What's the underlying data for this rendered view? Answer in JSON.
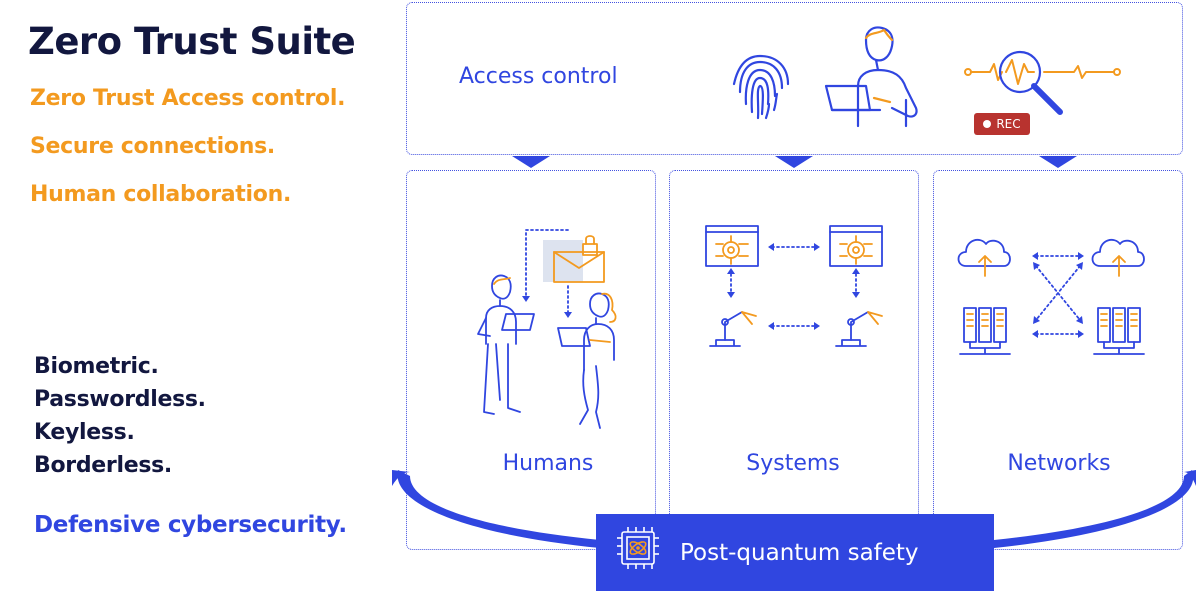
{
  "header": {
    "title": "Zero Trust Suite",
    "taglines": [
      "Zero Trust Access control.",
      "Secure connections.",
      "Human collaboration."
    ]
  },
  "features": [
    "Biometric.",
    "Passwordless.",
    "Keyless.",
    "Borderless."
  ],
  "defense": "Defensive cybersecurity.",
  "access_panel": {
    "label": "Access control",
    "rec_badge": "REC",
    "icons": [
      "fingerprint-icon",
      "person-laptop-icon",
      "magnifier-signal-icon",
      "rec-badge"
    ]
  },
  "columns": [
    {
      "label": "Humans",
      "icon": "human-collaboration-icon"
    },
    {
      "label": "Systems",
      "icon": "system-automation-icon"
    },
    {
      "label": "Networks",
      "icon": "cloud-network-icon"
    }
  ],
  "banner": {
    "label": "Post-quantum safety",
    "icon": "quantum-chip-icon"
  },
  "colors": {
    "navy": "#12173f",
    "orange": "#f39a1f",
    "blue": "#3046e0",
    "rec_red": "#b8332f"
  }
}
